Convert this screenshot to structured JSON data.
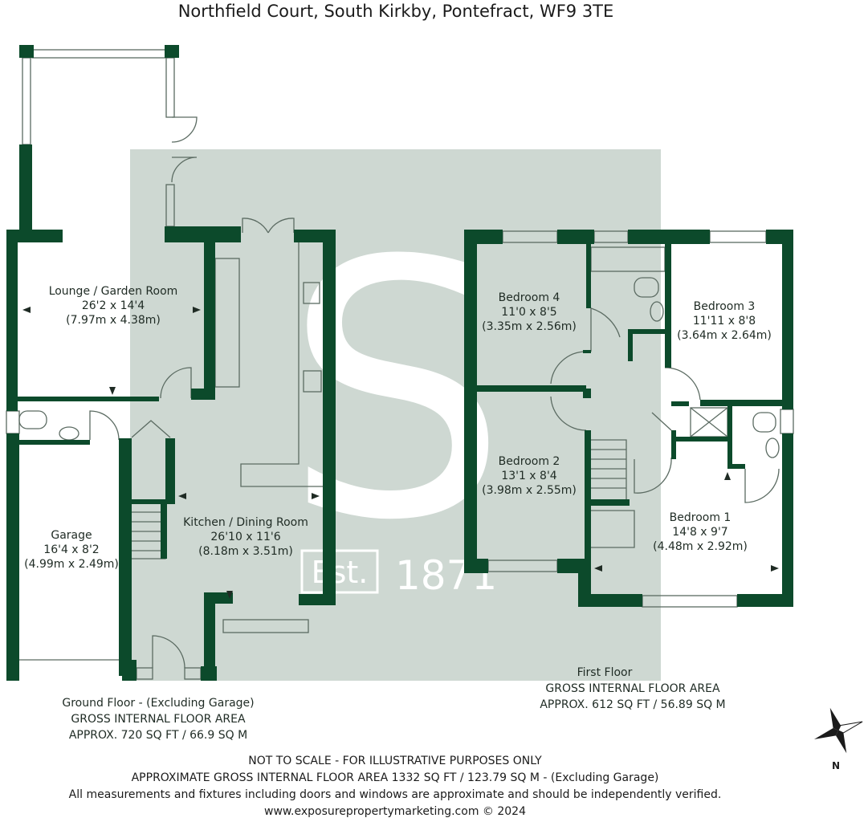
{
  "title": "Northfield Court, South Kirkby, Pontefract, WF9 3TE",
  "watermark": {
    "letter": "S",
    "est_label": "Est.",
    "year": "1871"
  },
  "colors": {
    "wall": "#0c4a2b",
    "fixture": "#5b6b62",
    "watermark_bg": "#ced8d2",
    "watermark_fg": "#ffffff"
  },
  "rooms": {
    "lounge": {
      "name": "Lounge / Garden Room",
      "imperial": "26'2 x 14'4",
      "metric": "(7.97m x 4.38m)"
    },
    "kitchen": {
      "name": "Kitchen / Dining Room",
      "imperial": "26'10 x 11'6",
      "metric": "(8.18m x 3.51m)"
    },
    "garage": {
      "name": "Garage",
      "imperial": "16'4 x 8'2",
      "metric": "(4.99m x 2.49m)"
    },
    "bedroom4": {
      "name": "Bedroom 4",
      "imperial": "11'0 x 8'5",
      "metric": "(3.35m x 2.56m)"
    },
    "bedroom3": {
      "name": "Bedroom 3",
      "imperial": "11'11 x 8'8",
      "metric": "(3.64m x 2.64m)"
    },
    "bedroom2": {
      "name": "Bedroom 2",
      "imperial": "13'1 x 8'4",
      "metric": "(3.98m x 2.55m)"
    },
    "bedroom1": {
      "name": "Bedroom 1",
      "imperial": "14'8 x 9'7",
      "metric": "(4.48m x 2.92m)"
    }
  },
  "ground_floor": {
    "label": "Ground Floor - (Excluding Garage)",
    "area_label": "GROSS INTERNAL FLOOR AREA",
    "area_value": "APPROX. 720 SQ FT / 66.9 SQ M"
  },
  "first_floor": {
    "label": "First Floor",
    "area_label": "GROSS INTERNAL FLOOR AREA",
    "area_value": "APPROX. 612 SQ FT / 56.89 SQ M"
  },
  "footer": {
    "line1": "NOT TO SCALE - FOR ILLUSTRATIVE PURPOSES ONLY",
    "line2": "APPROXIMATE GROSS INTERNAL FLOOR AREA 1332 SQ FT / 123.79 SQ M - (Excluding Garage)",
    "line3": "All measurements and fixtures including doors and windows are approximate and should be independently verified.",
    "line4": "www.exposurepropertymarketing.com © 2024"
  },
  "compass": {
    "label": "N"
  }
}
